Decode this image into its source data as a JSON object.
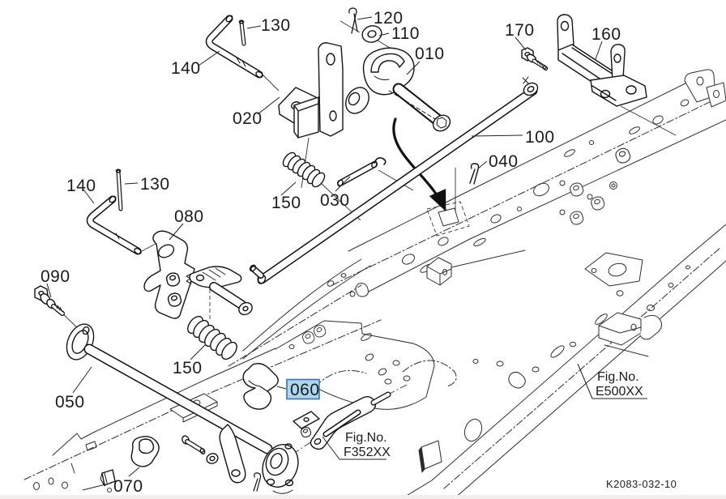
{
  "diagram": {
    "drawing_code": "K2083-032-10",
    "selected_part": "060",
    "colors": {
      "line": "#1a1a1a",
      "background": "#ffffff",
      "highlight_bg": "#aed6ec",
      "highlight_border": "#3f74ad",
      "highlight_text": "#122a52"
    },
    "labels": {
      "n010": "010",
      "n020": "020",
      "n030": "030",
      "n040": "040",
      "n050": "050",
      "n060": "060",
      "n070": "070",
      "n080": "080",
      "n090": "090",
      "n100": "100",
      "n110": "110",
      "n120": "120",
      "n130": "130",
      "n140": "140",
      "n150": "150",
      "n160": "160",
      "n170": "170"
    },
    "fig_refs": {
      "caption": "Fig.No.",
      "f352": "F352XX",
      "e500": "E500XX"
    }
  }
}
